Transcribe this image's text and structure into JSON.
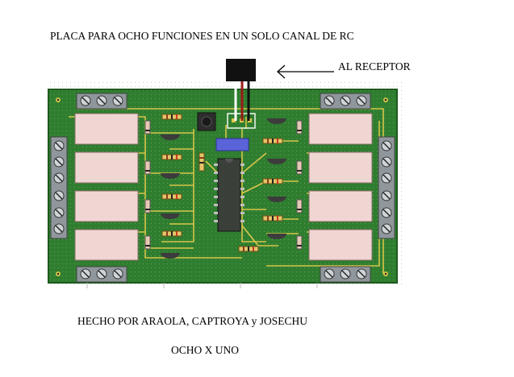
{
  "title": "PLACA PARA OCHO FUNCIONES EN UN SOLO CANAL DE RC",
  "receptor_label": "AL RECEPTOR",
  "credits": "HECHO POR ARAOLA, CAPTROYA y JOSECHU",
  "motto": "OCHO X UNO",
  "colors": {
    "pcb": "#2f7d2f",
    "pcb_dark": "#1f5a1f",
    "trace": "#d9c64a",
    "relay": "#f0d6d2",
    "terminal": "#8f979c",
    "chip": "#3a3f3a",
    "transistor": "#3c3c3c",
    "pot": "#5b63d8",
    "wire_white": "#ffffff",
    "wire_red": "#9b1a16",
    "wire_black": "#111111"
  },
  "components": {
    "relays_per_side": 4,
    "terminal_block_screws": 3,
    "side_terminal_screws": 6,
    "transistors_per_side": 4
  }
}
